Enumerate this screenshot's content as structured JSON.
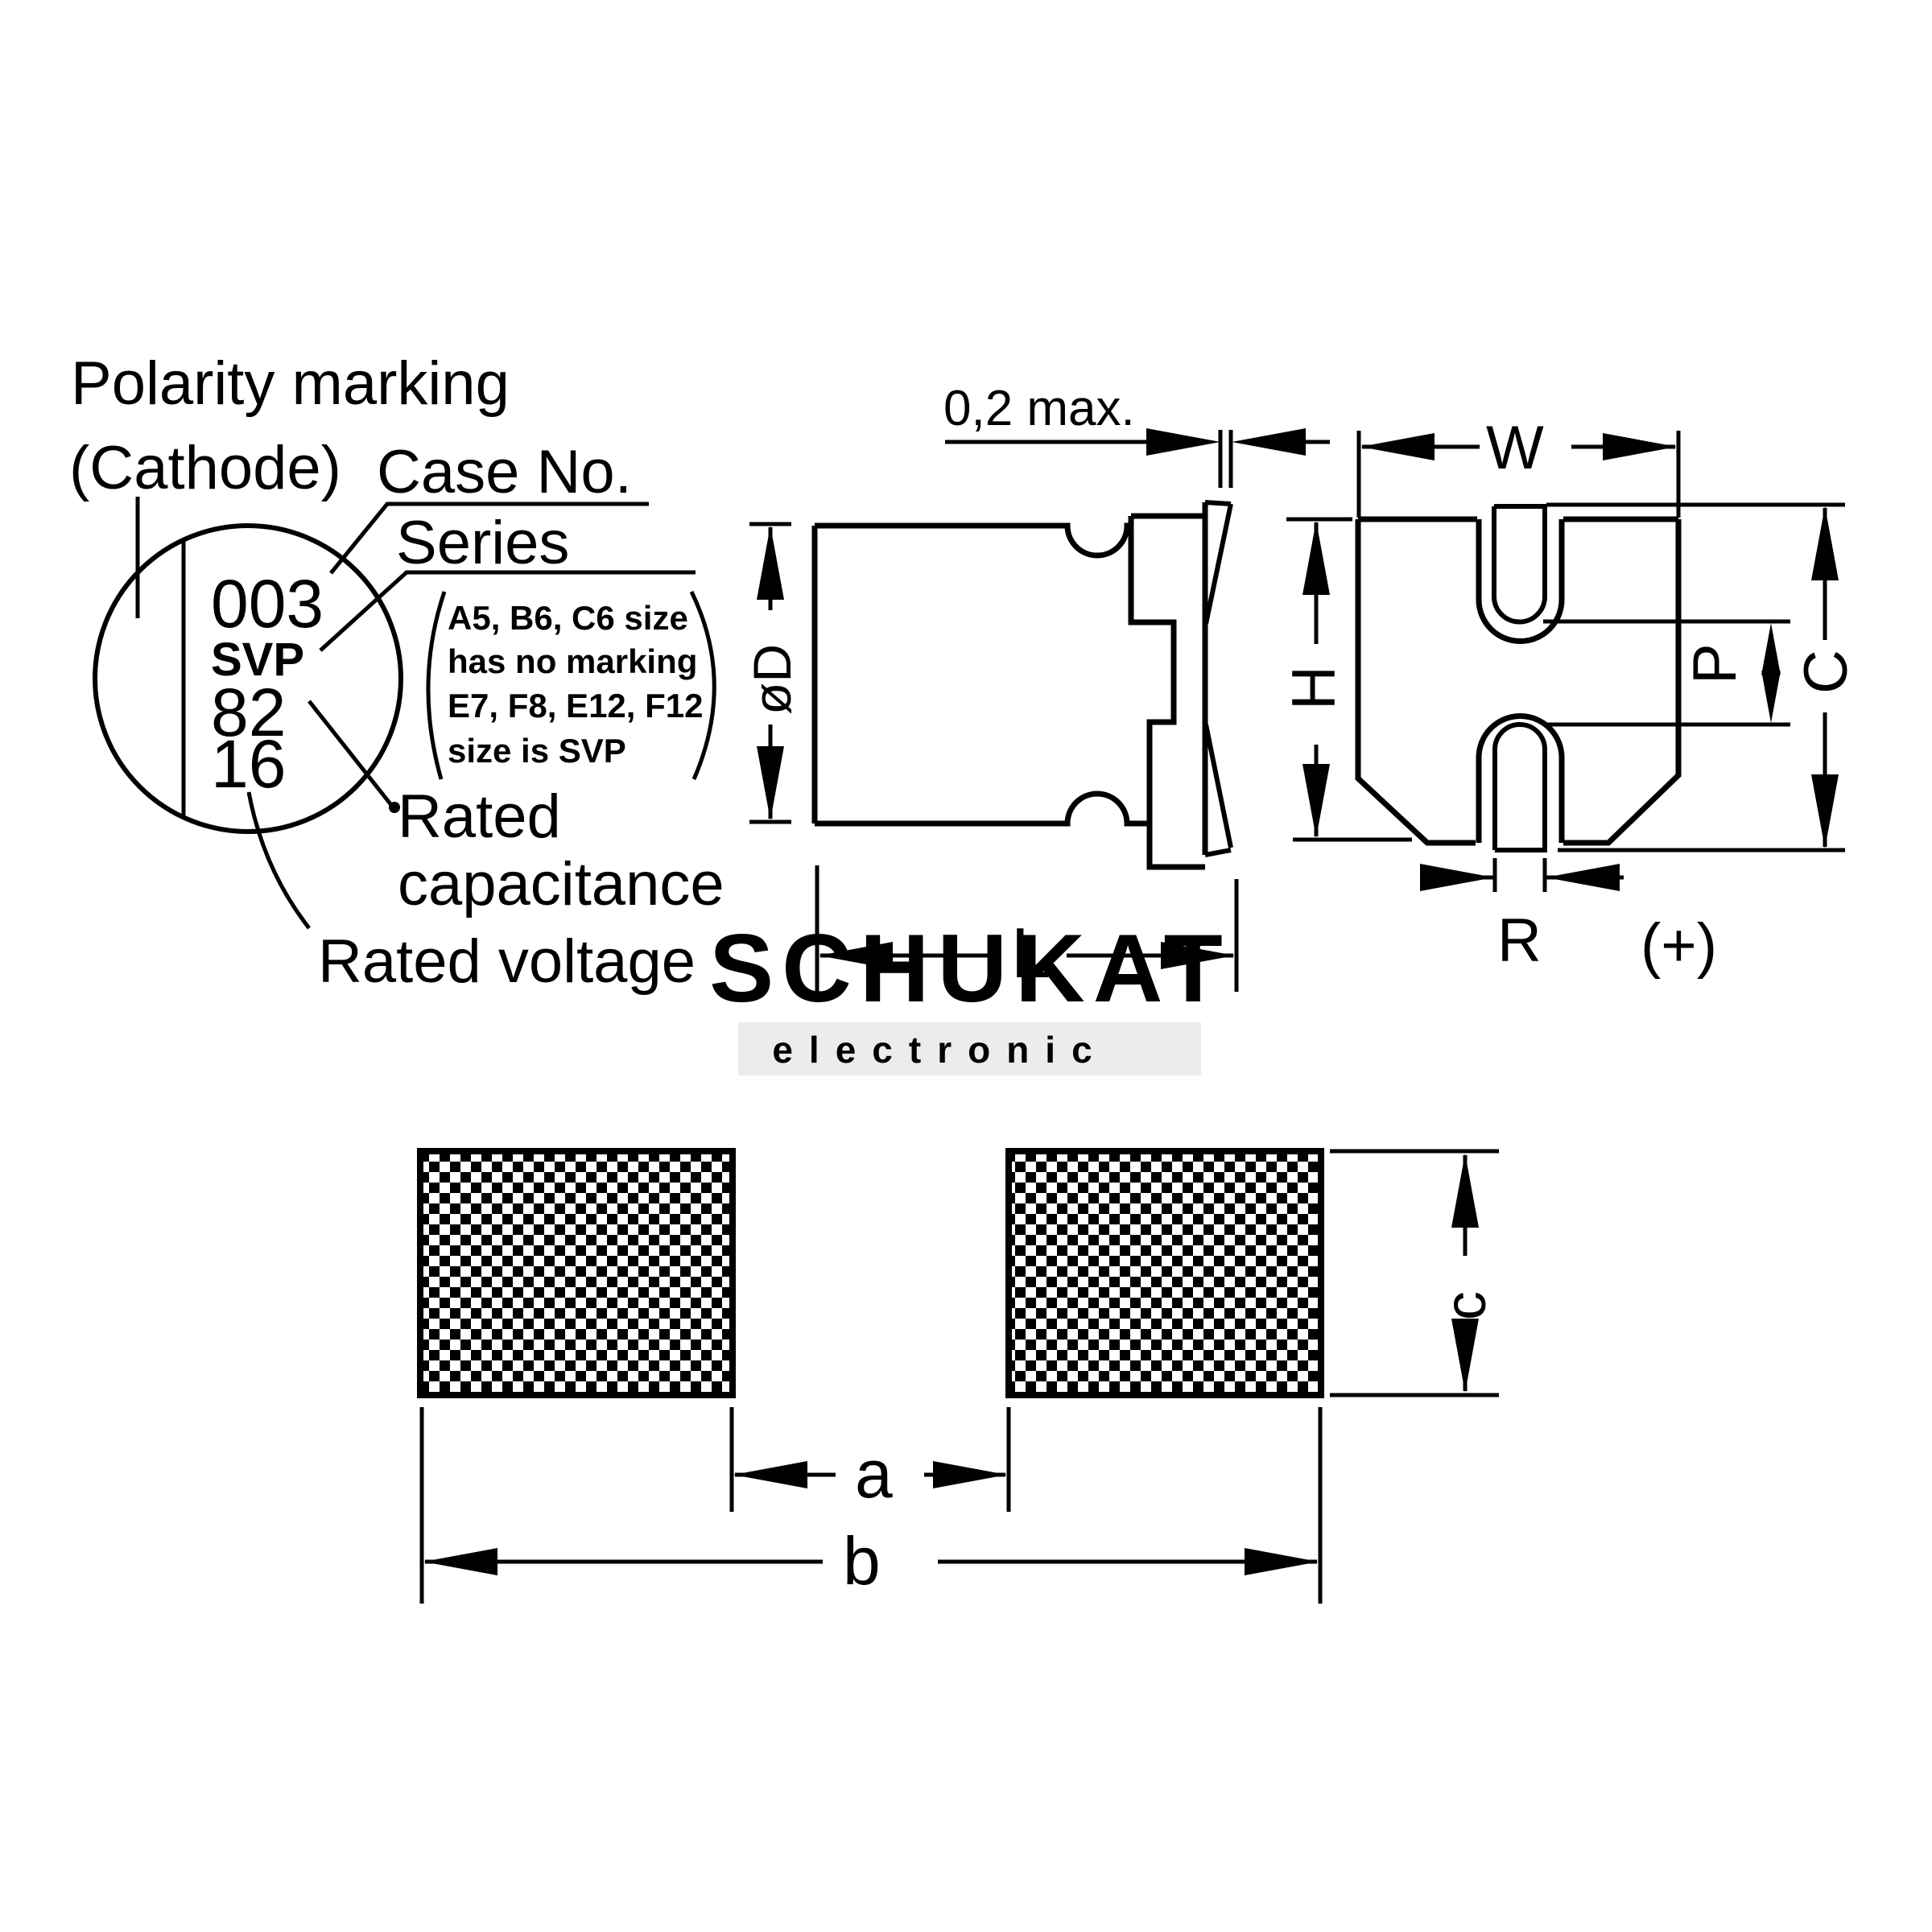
{
  "colors": {
    "ink": "#000000",
    "watermark_gray": "#ececec",
    "background": "#ffffff"
  },
  "marking_view": {
    "polarity_label_line1": "Polarity marking",
    "polarity_label_line2": "(Cathode)",
    "case_label": "Case No.",
    "series_label": "Series",
    "codes": [
      "003",
      "SVP",
      "82",
      "16"
    ],
    "note_lines": [
      "A5, B6, C6 size",
      "has no marking",
      "E7, F8, E12, F12",
      "size is SVP"
    ],
    "rated_cap_line1": "Rated",
    "rated_cap_line2": "capacitance",
    "rated_voltage": "Rated voltage"
  },
  "side_view": {
    "gap_dim": "0,2 max.",
    "diameter_dim": "øD",
    "length_dim": "L"
  },
  "bottom_view": {
    "width_dim": "W",
    "height_dim": "H",
    "pitch_dim": "P",
    "overall_height_dim": "C",
    "lead_width_dim": "R",
    "anode_mark": "(+)"
  },
  "land_pattern": {
    "pad_gap_dim": "a",
    "overall_width_dim": "b",
    "pad_height_dim": "c"
  },
  "watermark": {
    "brand": "SCHUKAT",
    "subtitle": "electronic"
  }
}
